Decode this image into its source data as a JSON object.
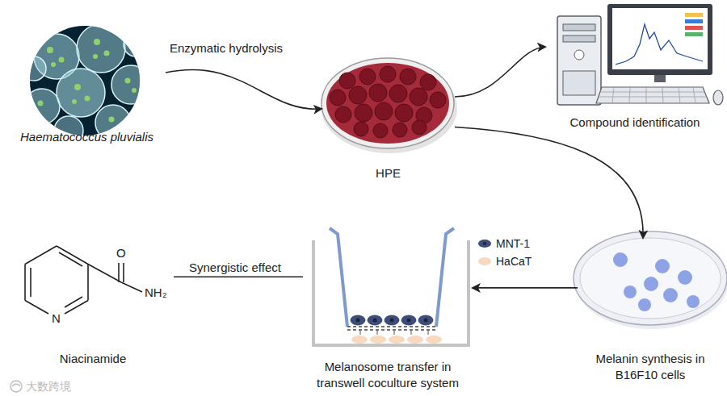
{
  "diagram": {
    "nodes": [
      {
        "text": [
          "Haematococcus pluvialis"
        ]
      },
      {
        "text": [
          "HPE"
        ]
      },
      {
        "text": [
          "Compound identification"
        ]
      },
      {
        "text": [
          "Melanin synthesis in B16F10 cells"
        ]
      },
      {
        "text": [
          "Melanosome transfer in transwell coculture system"
        ]
      },
      {
        "text": [
          "Niacinamide"
        ]
      }
    ],
    "edges": [
      {
        "from": 0,
        "to": 1,
        "arrow": "to",
        "label": "Enzymatic hydrolysis"
      },
      {
        "from": 1,
        "to": 2,
        "arrow": "to"
      },
      {
        "from": 1,
        "to": 3,
        "arrow": "to"
      },
      {
        "from": 3,
        "to": 4,
        "arrow": "to"
      },
      {
        "from": 5,
        "to": 4,
        "arrow": "none",
        "label": "Synergistic effect"
      }
    ],
    "labels": [
      "O",
      "NH₂",
      "N",
      "大数跨境"
    ],
    "legend": [
      {
        "text": "MNT-1"
      },
      {
        "text": "HaCaT",
        "color": "#f7d9bf"
      }
    ]
  }
}
